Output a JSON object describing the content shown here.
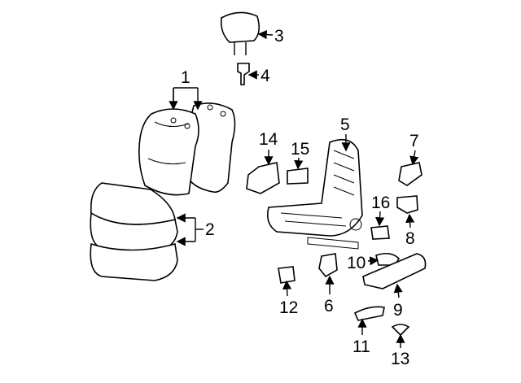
{
  "title": "Front seat components diagram",
  "callouts": [
    {
      "id": "1",
      "text": "1"
    },
    {
      "id": "2",
      "text": "2"
    },
    {
      "id": "3",
      "text": "3"
    },
    {
      "id": "4",
      "text": "4"
    },
    {
      "id": "5",
      "text": "5"
    },
    {
      "id": "6",
      "text": "6"
    },
    {
      "id": "7",
      "text": "7"
    },
    {
      "id": "8",
      "text": "8"
    },
    {
      "id": "9",
      "text": "9"
    },
    {
      "id": "10",
      "text": "10"
    },
    {
      "id": "11",
      "text": "11"
    },
    {
      "id": "12",
      "text": "12"
    },
    {
      "id": "13",
      "text": "13"
    },
    {
      "id": "14",
      "text": "14"
    },
    {
      "id": "15",
      "text": "15"
    },
    {
      "id": "16",
      "text": "16"
    }
  ]
}
